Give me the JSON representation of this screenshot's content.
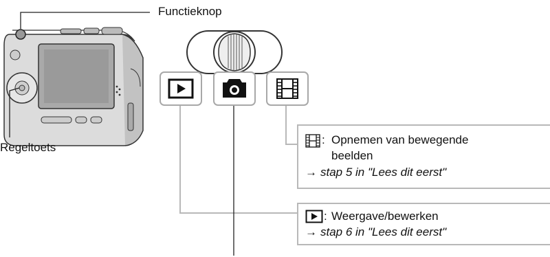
{
  "labels": {
    "function_button": "Functieknop",
    "control_button": "Regeltoets"
  },
  "callouts": {
    "movie": {
      "description": "Opnemen van bewegende",
      "description_cont": "beelden",
      "reference": "stap 5 in \"Lees dit eerst\""
    },
    "playback": {
      "description": "Weergave/bewerken",
      "reference": "stap 6 in \"Lees dit eerst\""
    }
  },
  "arrow_glyph": "→",
  "icons": {
    "playback": "playback-icon",
    "still_camera": "camera-icon",
    "movie": "film-icon"
  },
  "colors": {
    "callout_border": "#b8b8b8",
    "mode_box_border": "#a8a8a8"
  }
}
